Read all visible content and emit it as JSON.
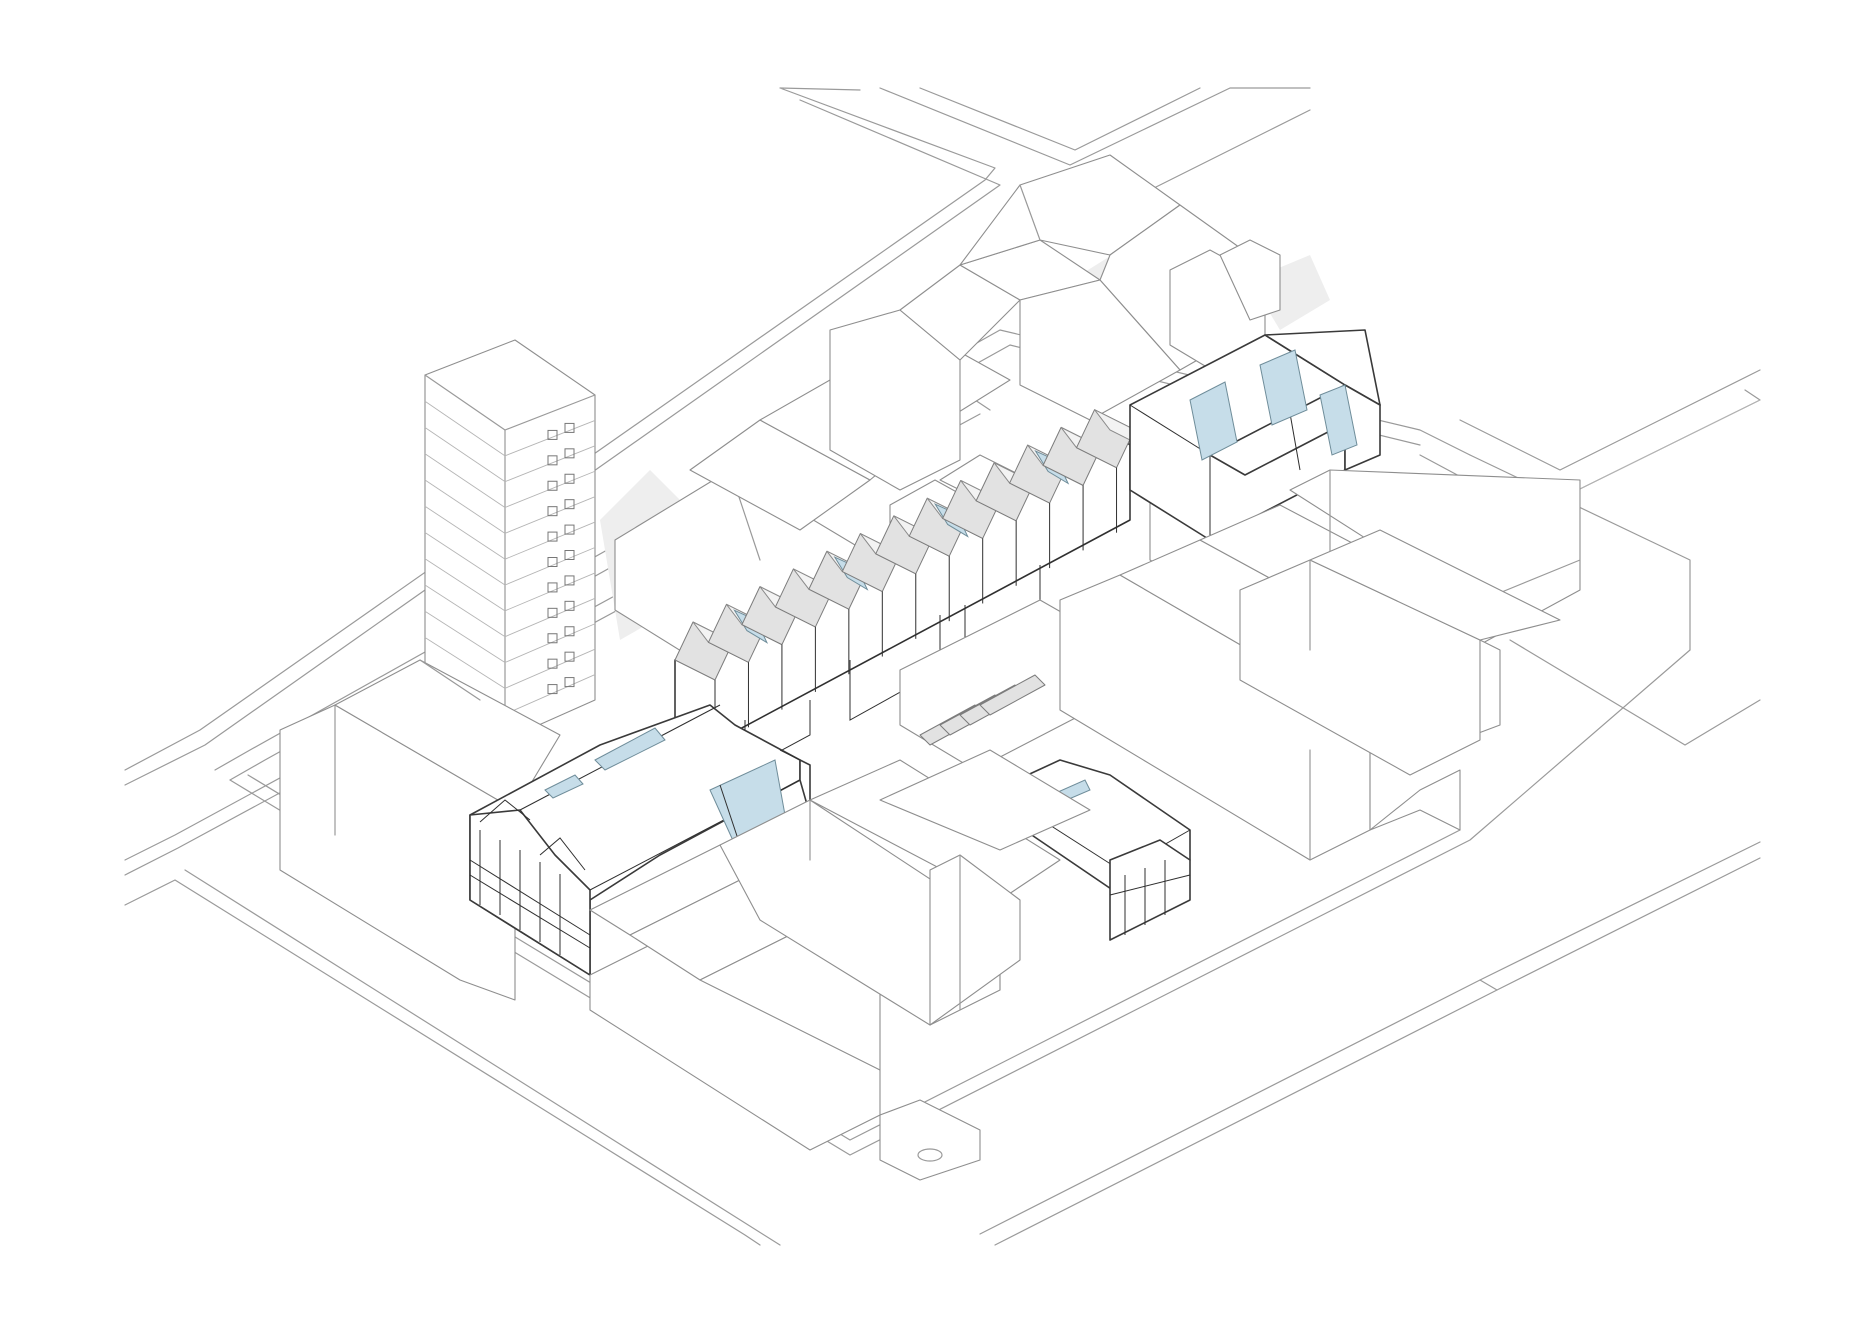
{
  "diagram": {
    "kind": "axonometric urban block drawing",
    "colors": {
      "background": "#ffffff",
      "context_line": "#9a9a9a",
      "project_line": "#3a3a3a",
      "roof_fill": "#e2e2e2",
      "shadow_fill": "#eeeeee",
      "glass_fill": "#c6dde9",
      "glass_stroke": "#6f8d9a"
    },
    "counts": {
      "sawtooth_bays": 13,
      "tower_floors": 12,
      "rear_hall_skylights": 3
    }
  }
}
